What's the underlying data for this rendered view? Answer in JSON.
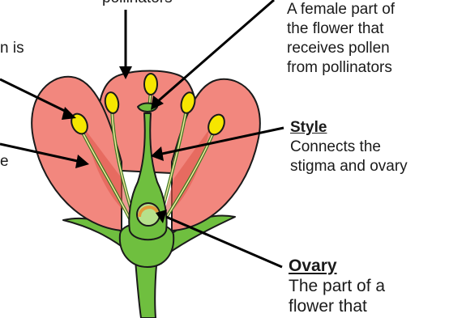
{
  "labels": {
    "top_fragment": "pollinators",
    "left_fragment_1": "n is",
    "left_fragment_2": "e",
    "stigma": {
      "desc_lines": [
        "A female part of",
        "the flower that",
        "receives pollen",
        "from pollinators"
      ]
    },
    "style": {
      "title": "Style",
      "desc_lines": [
        "Connects the",
        "stigma and ovary"
      ]
    },
    "ovary": {
      "title": "Ovary",
      "desc_lines": [
        "The part of a",
        "flower that"
      ]
    }
  },
  "colors": {
    "petal": "#f2877e",
    "petal_dark": "#e0584c",
    "green": "#6fbf3f",
    "green_dark": "#3d7a23",
    "anther": "#f6e600",
    "ovule": "#e39a3a"
  }
}
